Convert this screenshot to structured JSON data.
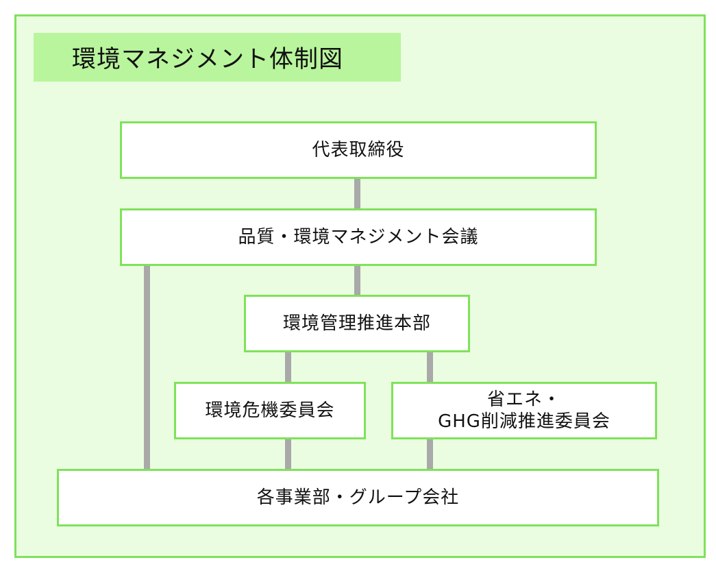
{
  "diagram": {
    "title": "環境マネジメント体制図",
    "nodes": {
      "representative_director": "代表取締役",
      "quality_env_meeting": "品質・環境マネジメント会議",
      "env_management_hq": "環境管理推進本部",
      "env_crisis_committee": "環境危機委員会",
      "energy_saving_committee_line1": "省エネ・",
      "energy_saving_committee_line2": "GHG削減推進委員会",
      "business_units": "各事業部・グループ会社"
    }
  }
}
